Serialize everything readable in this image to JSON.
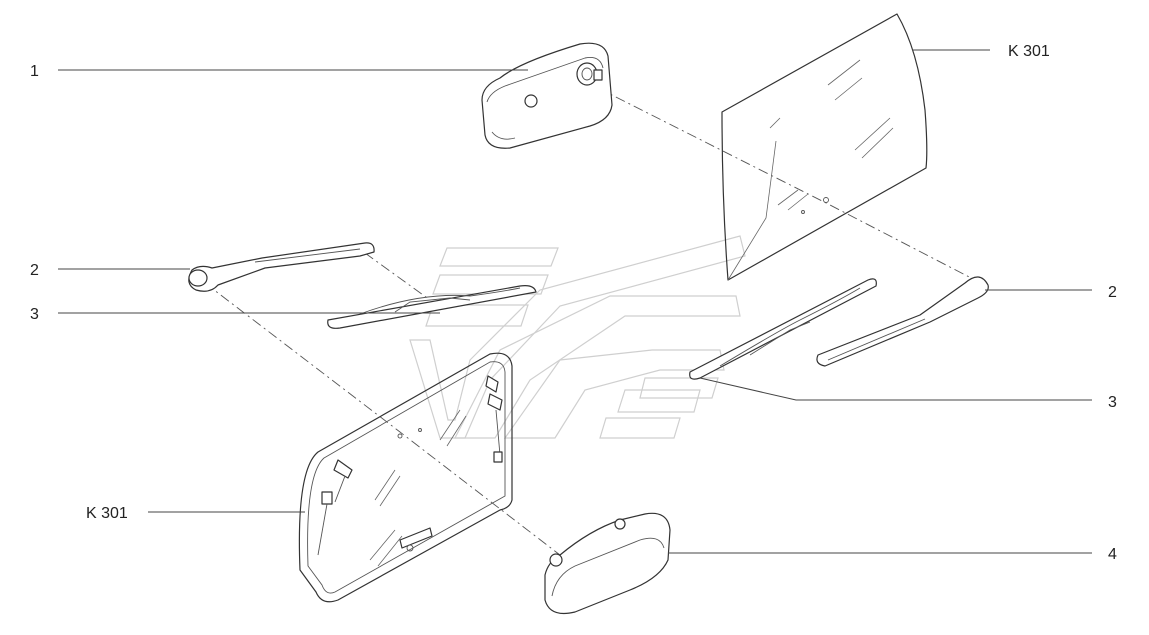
{
  "callouts": [
    {
      "id": "c1",
      "text": "1"
    },
    {
      "id": "c2a",
      "text": "2"
    },
    {
      "id": "c3a",
      "text": "3"
    },
    {
      "id": "k301a",
      "text": "K 301"
    },
    {
      "id": "c2b",
      "text": "2"
    },
    {
      "id": "c3b",
      "text": "3"
    },
    {
      "id": "k301b",
      "text": "K 301"
    },
    {
      "id": "c4",
      "text": "4"
    }
  ]
}
